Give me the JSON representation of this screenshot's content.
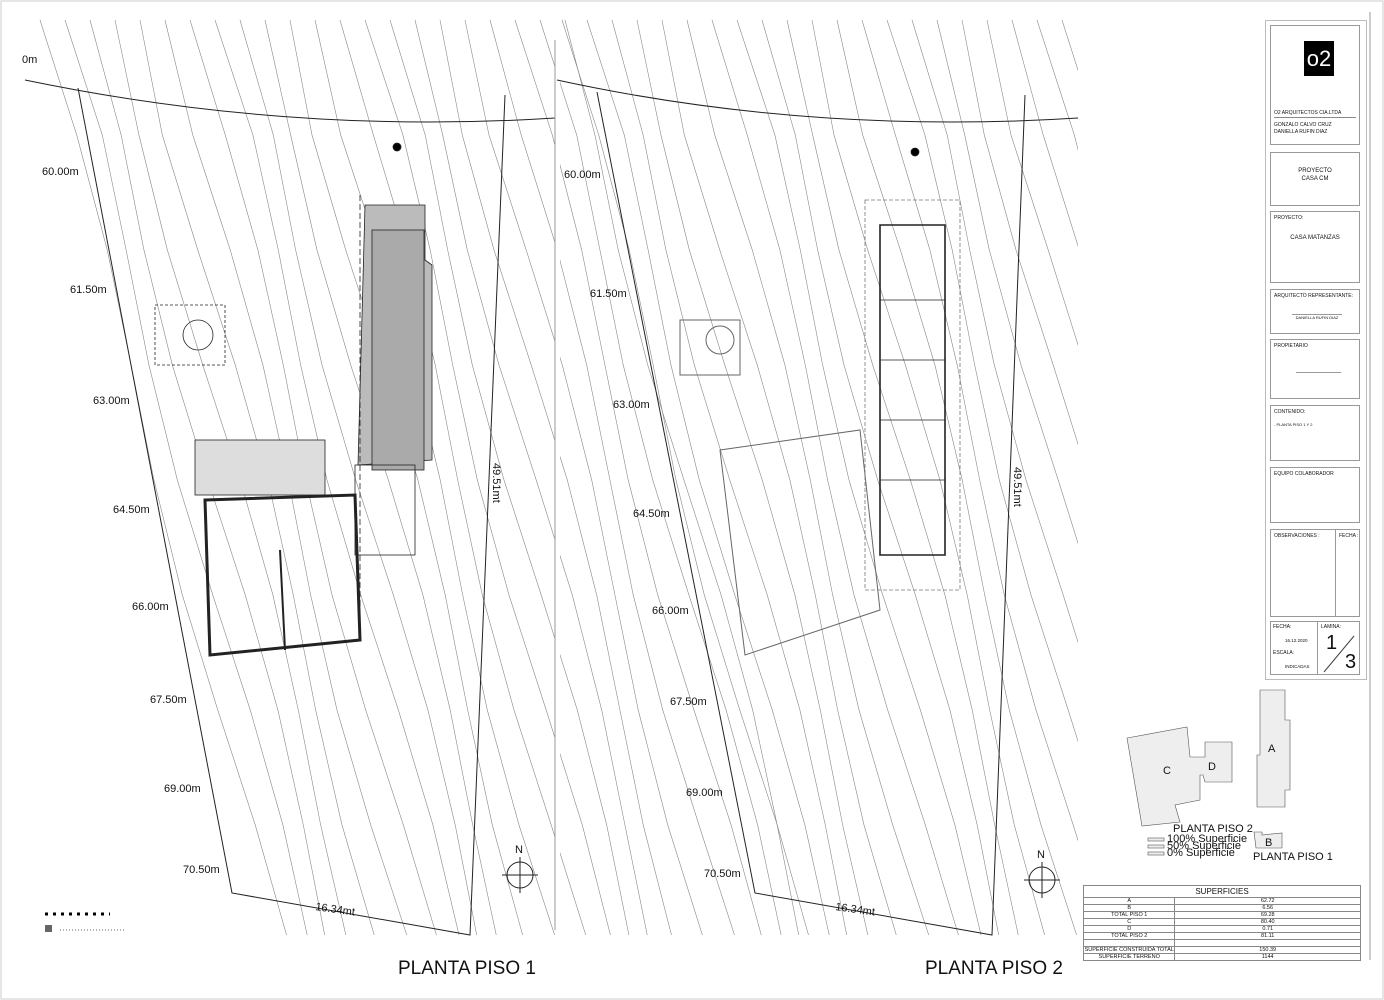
{
  "titles": {
    "plan1": "PLANTA PISO 1",
    "plan2": "PLANTA PISO 2"
  },
  "elevations": [
    "60.00m",
    "61.50m",
    "63.00m",
    "64.50m",
    "66.00m",
    "67.50m",
    "69.00m",
    "70.50m"
  ],
  "cut_label": "0m",
  "dimensions": {
    "front": "16.34mt",
    "side": "49.51mt"
  },
  "north": "N",
  "title_block": {
    "logo": "o2",
    "firm": "O2 ARQUITECTOS CIA.LTDA",
    "architects": [
      "GONZALO CALVO CRUZ",
      "DANIELLA RUFIN DIAZ"
    ],
    "project_header": "PROYECTO",
    "project_short": "CASA CM",
    "project_label": "PROYECTO:",
    "project_name": "CASA MATANZAS",
    "rep_label": "ARQUITECTO REPRESENTANTE:",
    "rep_name": "DANIELLA RUFIN DIAZ",
    "owner_label": "PROPIETARIO",
    "content_label": "CONTENIDO:",
    "content_value": "- PLANTA PISO 1 Y 2",
    "team_label": "EQUIPO COLABORADOR",
    "obs_label": "OBSERVACIONES :",
    "obs_date_label": "FECHA :",
    "date_label": "FECHA:",
    "date_value": "16.12.2020",
    "scale_label": "ESCALA:",
    "scale_value": "INDICADAS",
    "sheet_label": "LAMINA:",
    "sheet_num": "1",
    "sheet_total": "3"
  },
  "key_plan": {
    "floor2_label": "PLANTA PISO 2",
    "floor1_label": "PLANTA PISO 1",
    "areas": [
      "A",
      "B",
      "C",
      "D"
    ],
    "legend": [
      "100% Superficie",
      "50% Superficie",
      "0% Superficie"
    ]
  },
  "surfaces": {
    "title": "SUPERFICIES",
    "rows": [
      {
        "label": "A",
        "value": "62.72"
      },
      {
        "label": "B",
        "value": "6.56"
      },
      {
        "label": "TOTAL PISO 1",
        "value": "69.28"
      },
      {
        "label": "C",
        "value": "80.40"
      },
      {
        "label": "D",
        "value": "0.71"
      },
      {
        "label": "TOTAL PISO 2",
        "value": "81.11"
      },
      {
        "label": "",
        "value": ""
      },
      {
        "label": "SUPERFICIE CONSTRUIDA TOTAL",
        "value": "150.39"
      },
      {
        "label": "SUPERFICIE TERRENO",
        "value": "1144"
      }
    ]
  }
}
